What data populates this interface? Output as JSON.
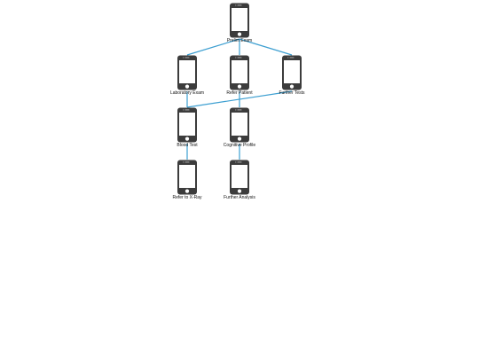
{
  "diagram": {
    "nodes": [
      {
        "id": "n1",
        "label": "Prelim Exam",
        "icon": "smartphone-icon"
      },
      {
        "id": "n2",
        "label": "Laboratory Exam",
        "icon": "smartphone-icon"
      },
      {
        "id": "n3",
        "label": "Refer Patient",
        "icon": "smartphone-icon"
      },
      {
        "id": "n4",
        "label": "Further Tests",
        "icon": "smartphone-icon"
      },
      {
        "id": "n5",
        "label": "Blood Test",
        "icon": "smartphone-icon"
      },
      {
        "id": "n6",
        "label": "Cognitive Profile",
        "icon": "smartphone-icon"
      },
      {
        "id": "n7",
        "label": "Refer to X-Ray",
        "icon": "smartphone-icon"
      },
      {
        "id": "n8",
        "label": "Further Analysis",
        "icon": "smartphone-icon"
      }
    ],
    "edges": [
      {
        "from": "n1",
        "to": "n2"
      },
      {
        "from": "n1",
        "to": "n3"
      },
      {
        "from": "n1",
        "to": "n4"
      },
      {
        "from": "n2",
        "to": "n5"
      },
      {
        "from": "n4",
        "to": "n5"
      },
      {
        "from": "n3",
        "to": "n6"
      },
      {
        "from": "n5",
        "to": "n7"
      },
      {
        "from": "n6",
        "to": "n8"
      }
    ],
    "edge_color": "#3d9fd1",
    "phone_color": "#3c3c3c",
    "screen_color": "#ffffff"
  }
}
